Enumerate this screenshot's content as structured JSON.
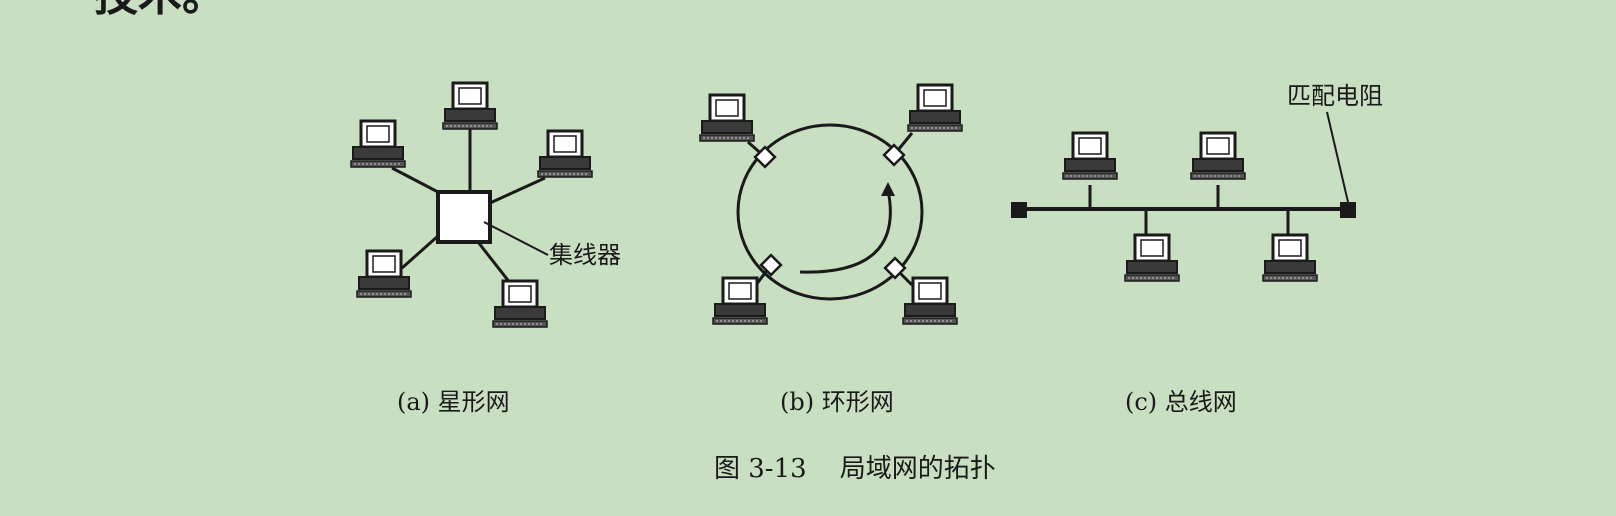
{
  "top_text": "技术。",
  "star": {
    "hub_label": "集线器",
    "caption": "(a) 星形网"
  },
  "ring": {
    "caption": "(b) 环形网"
  },
  "bus": {
    "terminator_label": "匹配电阻",
    "caption": "(c) 总线网"
  },
  "figure_caption": "图 3-13    局域网的拓扑"
}
